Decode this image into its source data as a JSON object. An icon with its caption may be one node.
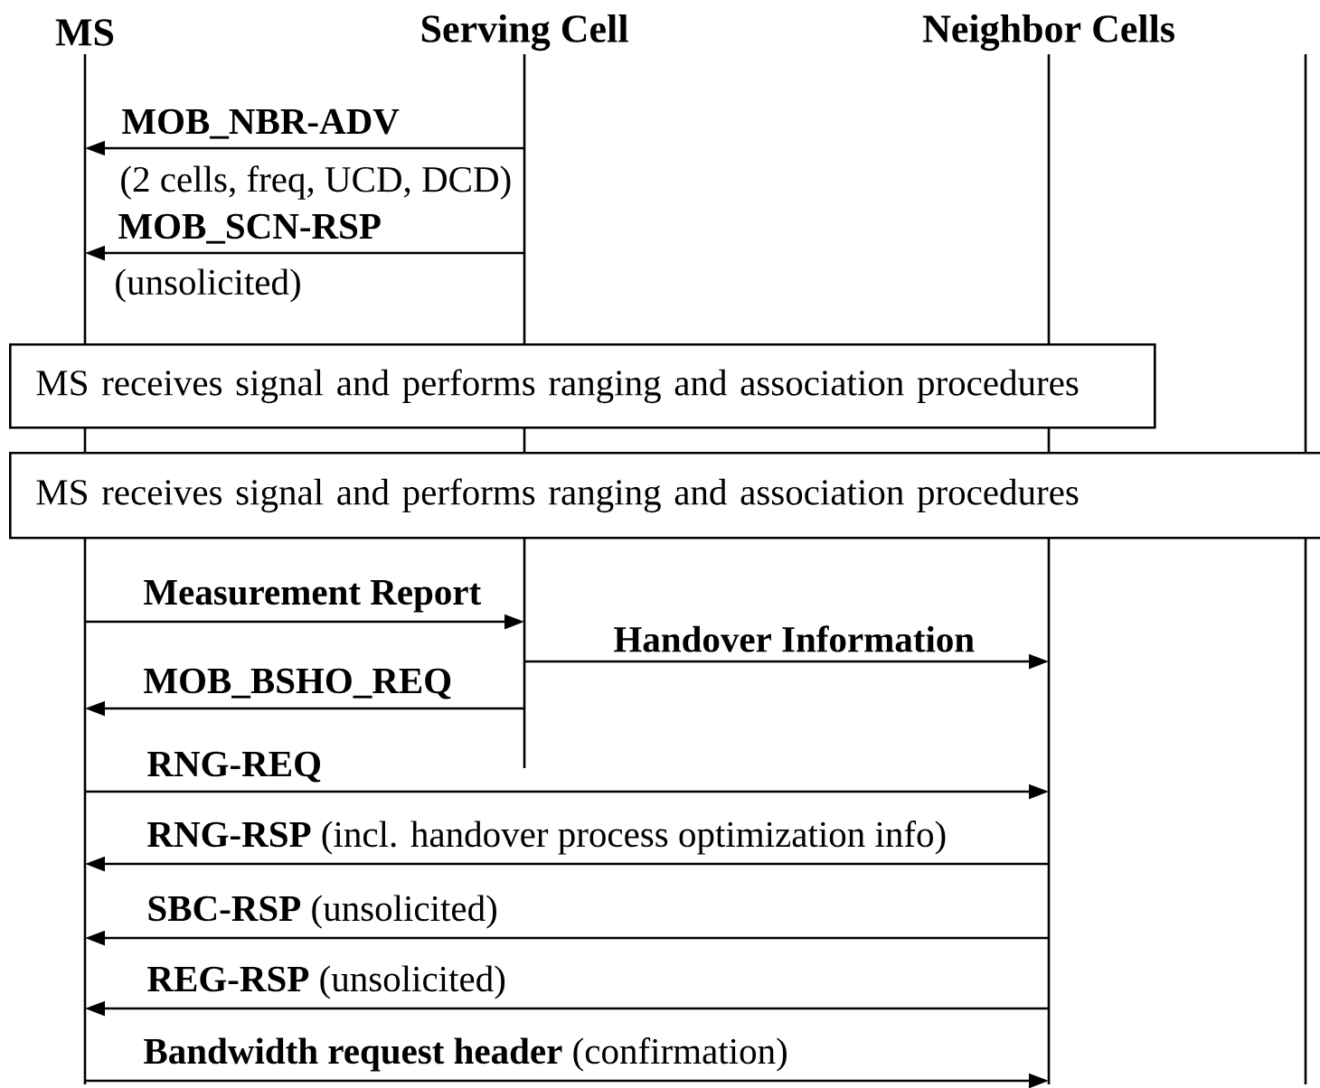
{
  "diagram": {
    "nodes": [
      {
        "text": [
          "MS"
        ]
      },
      {
        "text": [
          "Serving Cell"
        ]
      },
      {
        "text": [
          "Neighbor Cells"
        ]
      },
      {
        "text": [
          "MS receives signal and performs ranging and association procedures"
        ]
      },
      {
        "text": [
          "MS receives signal and performs ranging and association procedures"
        ]
      }
    ],
    "edges": [
      {
        "from": 1,
        "to": 0,
        "arrow": "to",
        "label": "MOB_NBR-ADV"
      },
      {
        "from": 1,
        "to": 0,
        "arrow": "to",
        "label": "MOB_SCN-RSP"
      },
      {
        "from": 0,
        "to": 1,
        "arrow": "to",
        "label": "Measurement Report"
      },
      {
        "from": 1,
        "to": 2,
        "arrow": "to",
        "label": "Handover Information"
      },
      {
        "from": 1,
        "to": 0,
        "arrow": "to",
        "label": "MOB_BSHO_REQ"
      },
      {
        "from": 0,
        "to": 2,
        "arrow": "to",
        "label": "RNG-REQ"
      },
      {
        "from": 2,
        "to": 0,
        "arrow": "to",
        "label": "**RNG-RSP** (incl. handover process optimization info)"
      },
      {
        "from": 2,
        "to": 0,
        "arrow": "to",
        "label": "**SBC-RSP** (unsolicited)"
      },
      {
        "from": 2,
        "to": 0,
        "arrow": "to",
        "label": "**REG-RSP** (unsolicited)"
      },
      {
        "from": 0,
        "to": 2,
        "arrow": "to",
        "label": "**Bandwidth request header** (confirmation)"
      }
    ],
    "labels": [
      "(2 cells, freq, UCD, DCD)",
      "(unsolicited)"
    ]
  }
}
